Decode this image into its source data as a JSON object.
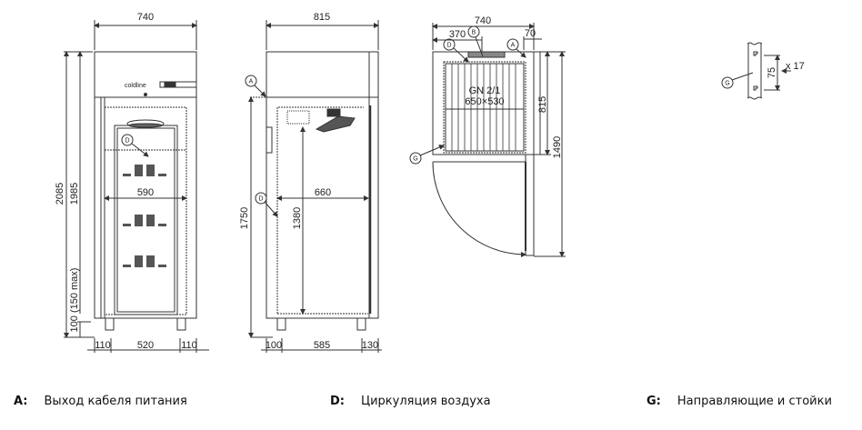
{
  "front_view": {
    "brand": "coldline",
    "width_top": "740",
    "height_total": "2085",
    "height_body": "1985",
    "inner_width": "590",
    "leg_height": "100 (150 max)",
    "bottom_left": "110",
    "bottom_mid": "520",
    "bottom_right": "110",
    "callout_d": "D"
  },
  "side_view": {
    "depth_top": "815",
    "height_1750": "1750",
    "height_1380": "1380",
    "inner_depth": "660",
    "bottom_left": "100",
    "bottom_mid": "585",
    "bottom_right": "130",
    "callout_a": "A",
    "callout_d": "D"
  },
  "top_view": {
    "width_top": "740",
    "offset_370": "370",
    "offset_70": "70",
    "depth_815": "815",
    "depth_1490": "1490",
    "gn_label": "GN 2/1",
    "gn_size": "650×530",
    "callout_b": "B",
    "callout_d": "D",
    "callout_a": "A",
    "callout_g": "G"
  },
  "detail_view": {
    "pitch": "75",
    "count": "x 17",
    "callout_g": "G"
  },
  "legend": [
    {
      "key": "A:",
      "text": "Выход кабеля питания"
    },
    {
      "key": "D:",
      "text": "Циркуляция воздуха"
    },
    {
      "key": "G:",
      "text": "Направляющие и стойки"
    }
  ],
  "colors": {
    "line": "#333333",
    "background": "#ffffff"
  }
}
